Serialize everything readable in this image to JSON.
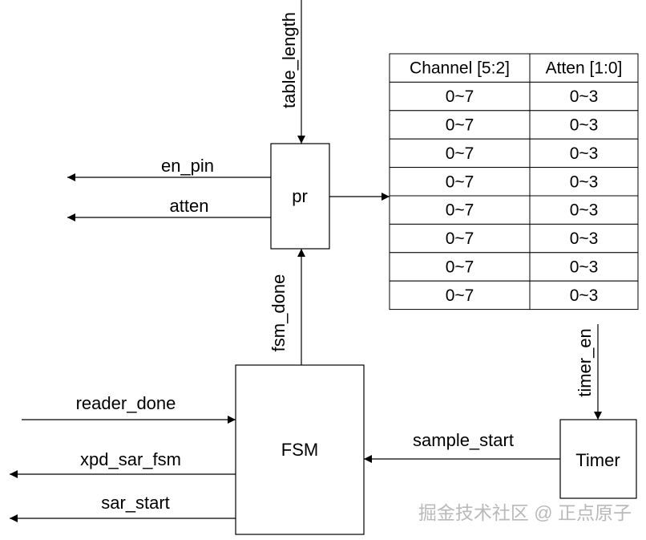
{
  "blocks": {
    "pr": "pr",
    "fsm": "FSM",
    "timer": "Timer"
  },
  "signals": {
    "table_length": "table_length",
    "en_pin": "en_pin",
    "atten": "atten",
    "fsm_done": "fsm_done",
    "timer_en": "timer_en",
    "reader_done": "reader_done",
    "xpd_sar_fsm": "xpd_sar_fsm",
    "sar_start": "sar_start",
    "sample_start": "sample_start"
  },
  "table": {
    "headers": [
      "Channel [5:2]",
      "Atten [1:0]"
    ],
    "rows": [
      [
        "0~7",
        "0~3"
      ],
      [
        "0~7",
        "0~3"
      ],
      [
        "0~7",
        "0~3"
      ],
      [
        "0~7",
        "0~3"
      ],
      [
        "0~7",
        "0~3"
      ],
      [
        "0~7",
        "0~3"
      ],
      [
        "0~7",
        "0~3"
      ],
      [
        "0~7",
        "0~3"
      ]
    ]
  },
  "watermark": "掘金技术社区 @ 正点原子"
}
